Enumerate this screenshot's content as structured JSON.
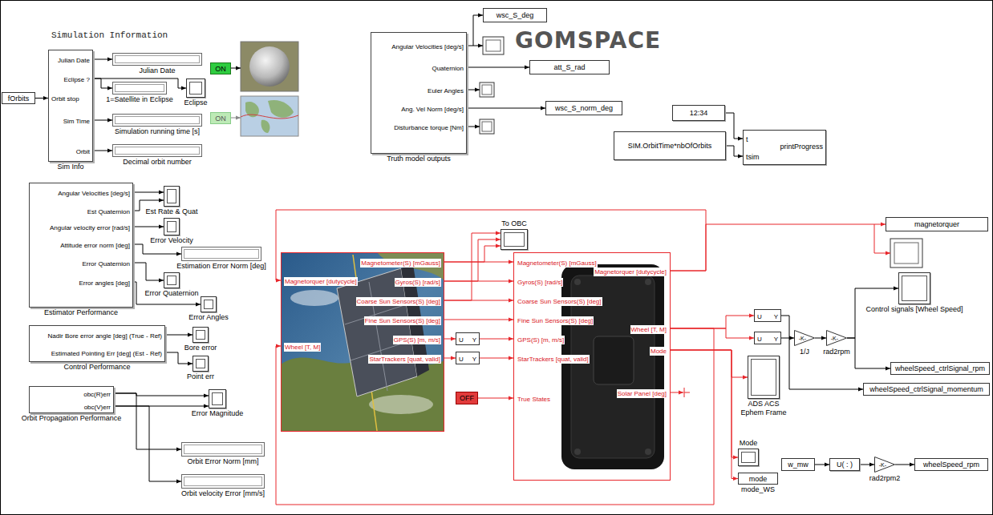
{
  "diagram": {
    "nodes": [
      {
        "text": [
          "Julian Date",
          "Eclipse ?",
          "Orbit stop",
          "Sim Time",
          "Orbit",
          "Sim Info"
        ]
      },
      {
        "text": [
          "fOrbits"
        ]
      },
      {
        "text": [
          "Julian Date"
        ]
      },
      {
        "text": [
          "1=Satellite in Eclipse"
        ]
      },
      {
        "text": [
          "Eclipse"
        ]
      },
      {
        "text": [
          "Simulation running time [s]"
        ]
      },
      {
        "text": [
          "Decimal orbit number"
        ]
      },
      {
        "text": [
          "ON"
        ]
      },
      {
        "text": [
          "ON"
        ]
      },
      {
        "text": [
          "Angular Velocities [deg/s]",
          "Quaternion",
          "Euler Angles",
          "Ang. Vel Norm [deg/s]",
          "Disturbance torque [Nm]",
          "Truth model outputs"
        ]
      },
      {
        "text": [
          "wsc_S_deg"
        ]
      },
      {
        "text": [
          "att_S_rad"
        ]
      },
      {
        "text": [
          "wsc_S_norm_deg"
        ]
      },
      {
        "text": [
          "12:34"
        ]
      },
      {
        "text": [
          "SIM.OrbitTime*nbOfOrbits"
        ]
      },
      {
        "text": [
          "t",
          "tsim",
          "printProgress"
        ]
      },
      {
        "text": [
          "Angular Velocities [deg/s]",
          "Est Quaternion",
          "Angular velocity error [rad/s]",
          "Attitude error norm [deg]",
          "Error Quaternion",
          "Error angles [deg]",
          "Estimator Performance"
        ]
      },
      {
        "text": [
          "Est Rate & Quat"
        ]
      },
      {
        "text": [
          "Error Velocity"
        ]
      },
      {
        "text": [
          "Estimation Error Norm [deg]"
        ]
      },
      {
        "text": [
          "Error Quaternion"
        ]
      },
      {
        "text": [
          "Error Angles"
        ]
      },
      {
        "text": [
          "Nadir Bore error angle [deg] (True - Ref)",
          "Estimated Pointing Err [deg] (Est - Ref)",
          "Control Performance"
        ]
      },
      {
        "text": [
          "Bore error"
        ]
      },
      {
        "text": [
          "Point err"
        ]
      },
      {
        "text": [
          "obc(R)err",
          "obc(V)err",
          "Orbit Propagation Performance"
        ]
      },
      {
        "text": [
          "Error Magnitude"
        ]
      },
      {
        "text": [
          "Orbit Error Norm [mm]"
        ]
      },
      {
        "text": [
          "Orbit velocity Error [mm/s]"
        ]
      },
      {
        "text": [
          "To OBC"
        ]
      },
      {
        "text": [
          "Magnetorquer [dutycycle]",
          "Wheel [T, M]",
          "Magnetometer(S) [mGauss]",
          "Gyros(S) [rad/s]",
          "Coarse Sun Sensors(S) [deg]",
          "Fine Sun Sensors(S) [deg]",
          "GPS(S) [m, m/s]",
          "StarTrackers [quat, valid]"
        ]
      },
      {
        "text": [
          "U",
          "Y"
        ]
      },
      {
        "text": [
          "U",
          "Y"
        ]
      },
      {
        "text": [
          "OFF"
        ]
      },
      {
        "text": [
          "Magnetometer(S) [mGauss]",
          "Gyros(S) [rad/s]",
          "Coarse Sun Sensors(S) [deg]",
          "Fine Sun Sensors(S) [deg]",
          "GPS(S) [m, m/s]",
          "StarTrackers [quat, valid]",
          "True States",
          "Magnetorquer [dutycycle]",
          "Wheel [T, M]",
          "Mode",
          "Solar Panel [deg]"
        ]
      },
      {
        "text": [
          "magnetorquer"
        ]
      },
      {
        "text": [
          "U",
          "Y"
        ]
      },
      {
        "text": [
          "U",
          "Y"
        ]
      },
      {
        "text": [
          "-K-",
          "1/J"
        ]
      },
      {
        "text": [
          "-K-",
          "rad2rpm"
        ]
      },
      {
        "text": [
          "Control signals [Wheel Speed]"
        ]
      },
      {
        "text": [
          "wheelSpeed_ctrlSignal_rpm"
        ]
      },
      {
        "text": [
          "wheelSpeed_ctrlSignal_momentum"
        ]
      },
      {
        "text": [
          "ADS ACS Ephem Frame"
        ]
      },
      {
        "text": [
          "Mode"
        ]
      },
      {
        "text": [
          "mode",
          "mode_WS"
        ]
      },
      {
        "text": [
          "w_mw"
        ]
      },
      {
        "text": [
          "U( : )"
        ]
      },
      {
        "text": [
          "-K-",
          "rad2rpm2"
        ]
      },
      {
        "text": [
          "wheelSpeed_rpm"
        ]
      }
    ],
    "edges": [
      {
        "from": 1,
        "to": 0,
        "arrow": "to"
      },
      {
        "from": 0,
        "to": 2,
        "arrow": "to"
      },
      {
        "from": 0,
        "to": 3,
        "arrow": "to"
      },
      {
        "from": 0,
        "to": 4,
        "arrow": "to"
      },
      {
        "from": 0,
        "to": 5,
        "arrow": "to"
      },
      {
        "from": 0,
        "to": 6,
        "arrow": "to"
      },
      {
        "from": 9,
        "to": 10,
        "arrow": "to"
      },
      {
        "from": 9,
        "to": 11,
        "arrow": "to"
      },
      {
        "from": 9,
        "to": 12,
        "arrow": "to"
      },
      {
        "from": 13,
        "to": 15,
        "arrow": "to"
      },
      {
        "from": 14,
        "to": 15,
        "arrow": "to"
      },
      {
        "from": 16,
        "to": 17,
        "arrow": "to"
      },
      {
        "from": 16,
        "to": 17,
        "arrow": "to"
      },
      {
        "from": 16,
        "to": 18,
        "arrow": "to"
      },
      {
        "from": 16,
        "to": 19,
        "arrow": "to"
      },
      {
        "from": 16,
        "to": 20,
        "arrow": "to"
      },
      {
        "from": 16,
        "to": 21,
        "arrow": "to"
      },
      {
        "from": 22,
        "to": 23,
        "arrow": "to"
      },
      {
        "from": 22,
        "to": 24,
        "arrow": "to"
      },
      {
        "from": 25,
        "to": 26,
        "arrow": "to"
      },
      {
        "from": 25,
        "to": 26,
        "arrow": "to"
      },
      {
        "from": 25,
        "to": 27,
        "arrow": "to"
      },
      {
        "from": 25,
        "to": 28,
        "arrow": "to"
      },
      {
        "from": 30,
        "to": 29,
        "arrow": "to"
      },
      {
        "from": 30,
        "to": 29,
        "arrow": "to"
      },
      {
        "from": 30,
        "to": 29,
        "arrow": "to"
      },
      {
        "from": 30,
        "to": 34,
        "arrow": "to"
      },
      {
        "from": 30,
        "to": 34,
        "arrow": "to"
      },
      {
        "from": 30,
        "to": 34,
        "arrow": "to"
      },
      {
        "from": 30,
        "to": 34,
        "arrow": "to"
      },
      {
        "from": 30,
        "to": 31,
        "arrow": "to"
      },
      {
        "from": 31,
        "to": 34,
        "arrow": "to"
      },
      {
        "from": 30,
        "to": 32,
        "arrow": "to"
      },
      {
        "from": 32,
        "to": 34,
        "arrow": "to"
      },
      {
        "from": 33,
        "to": 34,
        "arrow": "to"
      },
      {
        "from": 34,
        "to": 35,
        "arrow": "to"
      },
      {
        "from": 34,
        "to": 30,
        "arrow": "to"
      },
      {
        "from": 34,
        "to": 36,
        "arrow": "to"
      },
      {
        "from": 34,
        "to": 37,
        "arrow": "to"
      },
      {
        "from": 34,
        "to": 30,
        "arrow": "to"
      },
      {
        "from": 37,
        "to": 38,
        "arrow": "to"
      },
      {
        "from": 38,
        "to": 39,
        "arrow": "to"
      },
      {
        "from": 39,
        "to": 40,
        "arrow": "to"
      },
      {
        "from": 39,
        "to": 41,
        "arrow": "to"
      },
      {
        "from": 36,
        "to": 42,
        "arrow": "to"
      },
      {
        "from": 34,
        "to": 43,
        "arrow": "to"
      },
      {
        "from": 34,
        "to": 44,
        "arrow": "to"
      },
      {
        "from": 34,
        "to": 45,
        "arrow": "to"
      },
      {
        "from": 46,
        "to": 47,
        "arrow": "to"
      },
      {
        "from": 47,
        "to": 48,
        "arrow": "to"
      },
      {
        "from": 48,
        "to": 49,
        "arrow": "to"
      }
    ],
    "labels": [
      "Simulation Information",
      "GOMSPACE"
    ]
  }
}
